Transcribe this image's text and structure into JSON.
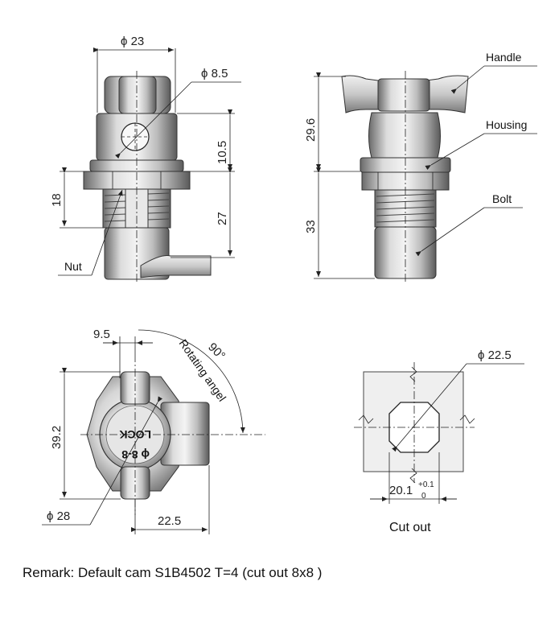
{
  "front_view": {
    "dia_top": "ϕ 23",
    "dia_hole": "ϕ 8.5",
    "dim_vertical_1": "10.5",
    "dim_vertical_2": "27",
    "dim_left": "18",
    "label_nut": "Nut"
  },
  "side_view": {
    "dim_upper": "29.6",
    "dim_lower": "33",
    "label_handle": "Handle",
    "label_housing": "Housing",
    "label_bolt": "Bolt"
  },
  "top_view": {
    "dim_offset": "9.5",
    "angle": "90°",
    "rotating_label": "Rotating angel",
    "dim_height": "39.2",
    "dia_nut": "ϕ 28",
    "dim_width": "22.5",
    "face_text_1": "LOCK",
    "face_text_2": "ϕ 8-8"
  },
  "cutout": {
    "dia": "ϕ 22.5",
    "dim_width": "20.1",
    "tol_upper": "+0.1",
    "tol_lower": "0",
    "caption": "Cut out"
  },
  "remark": "Remark: Default cam S1B4502 T=4 (cut out 8x8 )"
}
